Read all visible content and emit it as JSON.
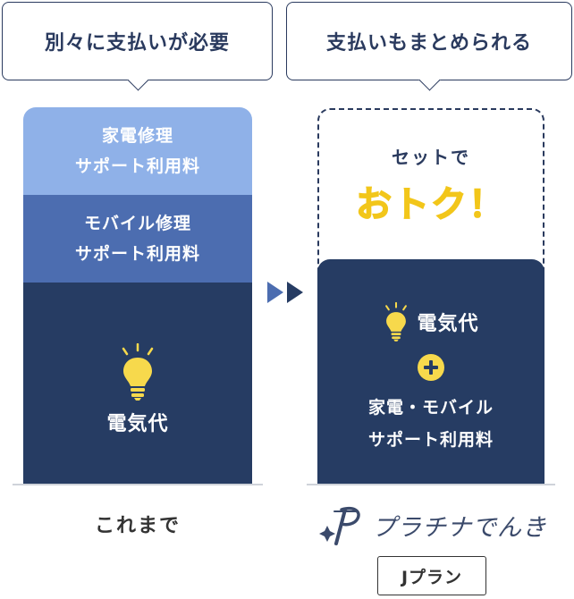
{
  "bubbles": {
    "left": "別々に支払いが必要",
    "right": "支払いもまとめられる"
  },
  "left_column": {
    "appliance": [
      "家電修理",
      "サポート利用料"
    ],
    "mobile": [
      "モバイル修理",
      "サポート利用料"
    ],
    "electricity": "電気代",
    "caption": "これまで"
  },
  "right_column": {
    "set_text": "セットで",
    "otoku_text": "おトク！",
    "electricity": "電気代",
    "bundle": [
      "家電・モバイル",
      "サポート利用料"
    ]
  },
  "brand": {
    "name": "プラチナでんき",
    "plan": "Jプラン"
  },
  "colors": {
    "navy": "#263c63",
    "mid_blue": "#4c6db0",
    "light_blue": "#8fb1e8",
    "accent_yellow": "#f2c61a",
    "bulb_yellow": "#f7d94c"
  },
  "icons": [
    "bulb-icon",
    "plus-icon",
    "double-arrow-icon",
    "brand-logo-icon"
  ]
}
